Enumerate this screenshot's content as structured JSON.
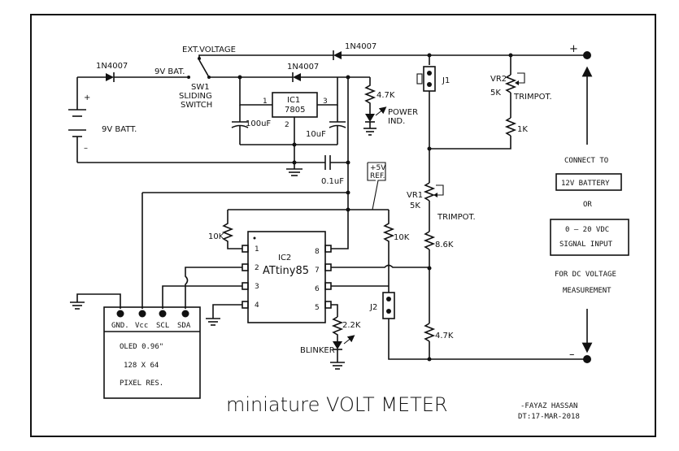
{
  "diode_bat": "1N4007",
  "diode_ext": "1N4007",
  "diode_reg": "1N4007",
  "sw_ext_label": "EXT.VOLTAGE",
  "sw_bat_label": "9V BAT.",
  "sw_name": "SW1",
  "sw_type_1": "SLIDING",
  "sw_type_2": "SWITCH",
  "battery_label": "9V BATT.",
  "battery_plus": "+",
  "battery_minus": "–",
  "ic1_name": "IC1",
  "ic1_part": "7805",
  "ic1_pin1": "1",
  "ic1_pin2": "2",
  "ic1_pin3": "3",
  "cap_in": "100uF",
  "cap_out": "10uF",
  "cap_bypass": "0.1uF",
  "r_led": "4.7K",
  "led_power_1": "POWER",
  "led_power_2": "IND.",
  "j1_label": "J1",
  "j2_label": "J2",
  "vr2_name": "VR2",
  "vr2_value": "5K",
  "vr2_type": "TRIMPOT.",
  "r_1k": "1K",
  "vr1_name": "VR1",
  "vr1_value": "5K",
  "vr1_type": "TRIMPOT.",
  "r_86k": "8.6K",
  "r_47k": "4.7K",
  "ref_1": "+5V",
  "ref_2": "REF.",
  "r_10k_left": "10K",
  "r_10k_right": "10K",
  "ic2_name": "IC2",
  "ic2_part": "ATtiny85",
  "ic2_pins": [
    "1",
    "2",
    "3",
    "4",
    "5",
    "6",
    "7",
    "8"
  ],
  "r_blink": "2.2K",
  "blinker": "BLINKER",
  "oled_pins": [
    "GND.",
    "Vcc",
    "SCL",
    "SDA"
  ],
  "oled_line1": "OLED 0.96\"",
  "oled_line2": "128 X 64",
  "oled_line3": "PIXEL RES.",
  "term_plus": "+",
  "term_minus": "–",
  "connect_to": "CONNECT TO",
  "battery_box": "12V BATTERY",
  "or": "OR",
  "signal_1": "0 – 20 VDC",
  "signal_2": "SIGNAL INPUT",
  "dc_1": "FOR DC VOLTAGE",
  "dc_2": "MEASUREMENT",
  "title": "miniature  VOLT  METER",
  "author": "-FAYAZ  HASSAN",
  "date": "DT:17-MAR-2018"
}
